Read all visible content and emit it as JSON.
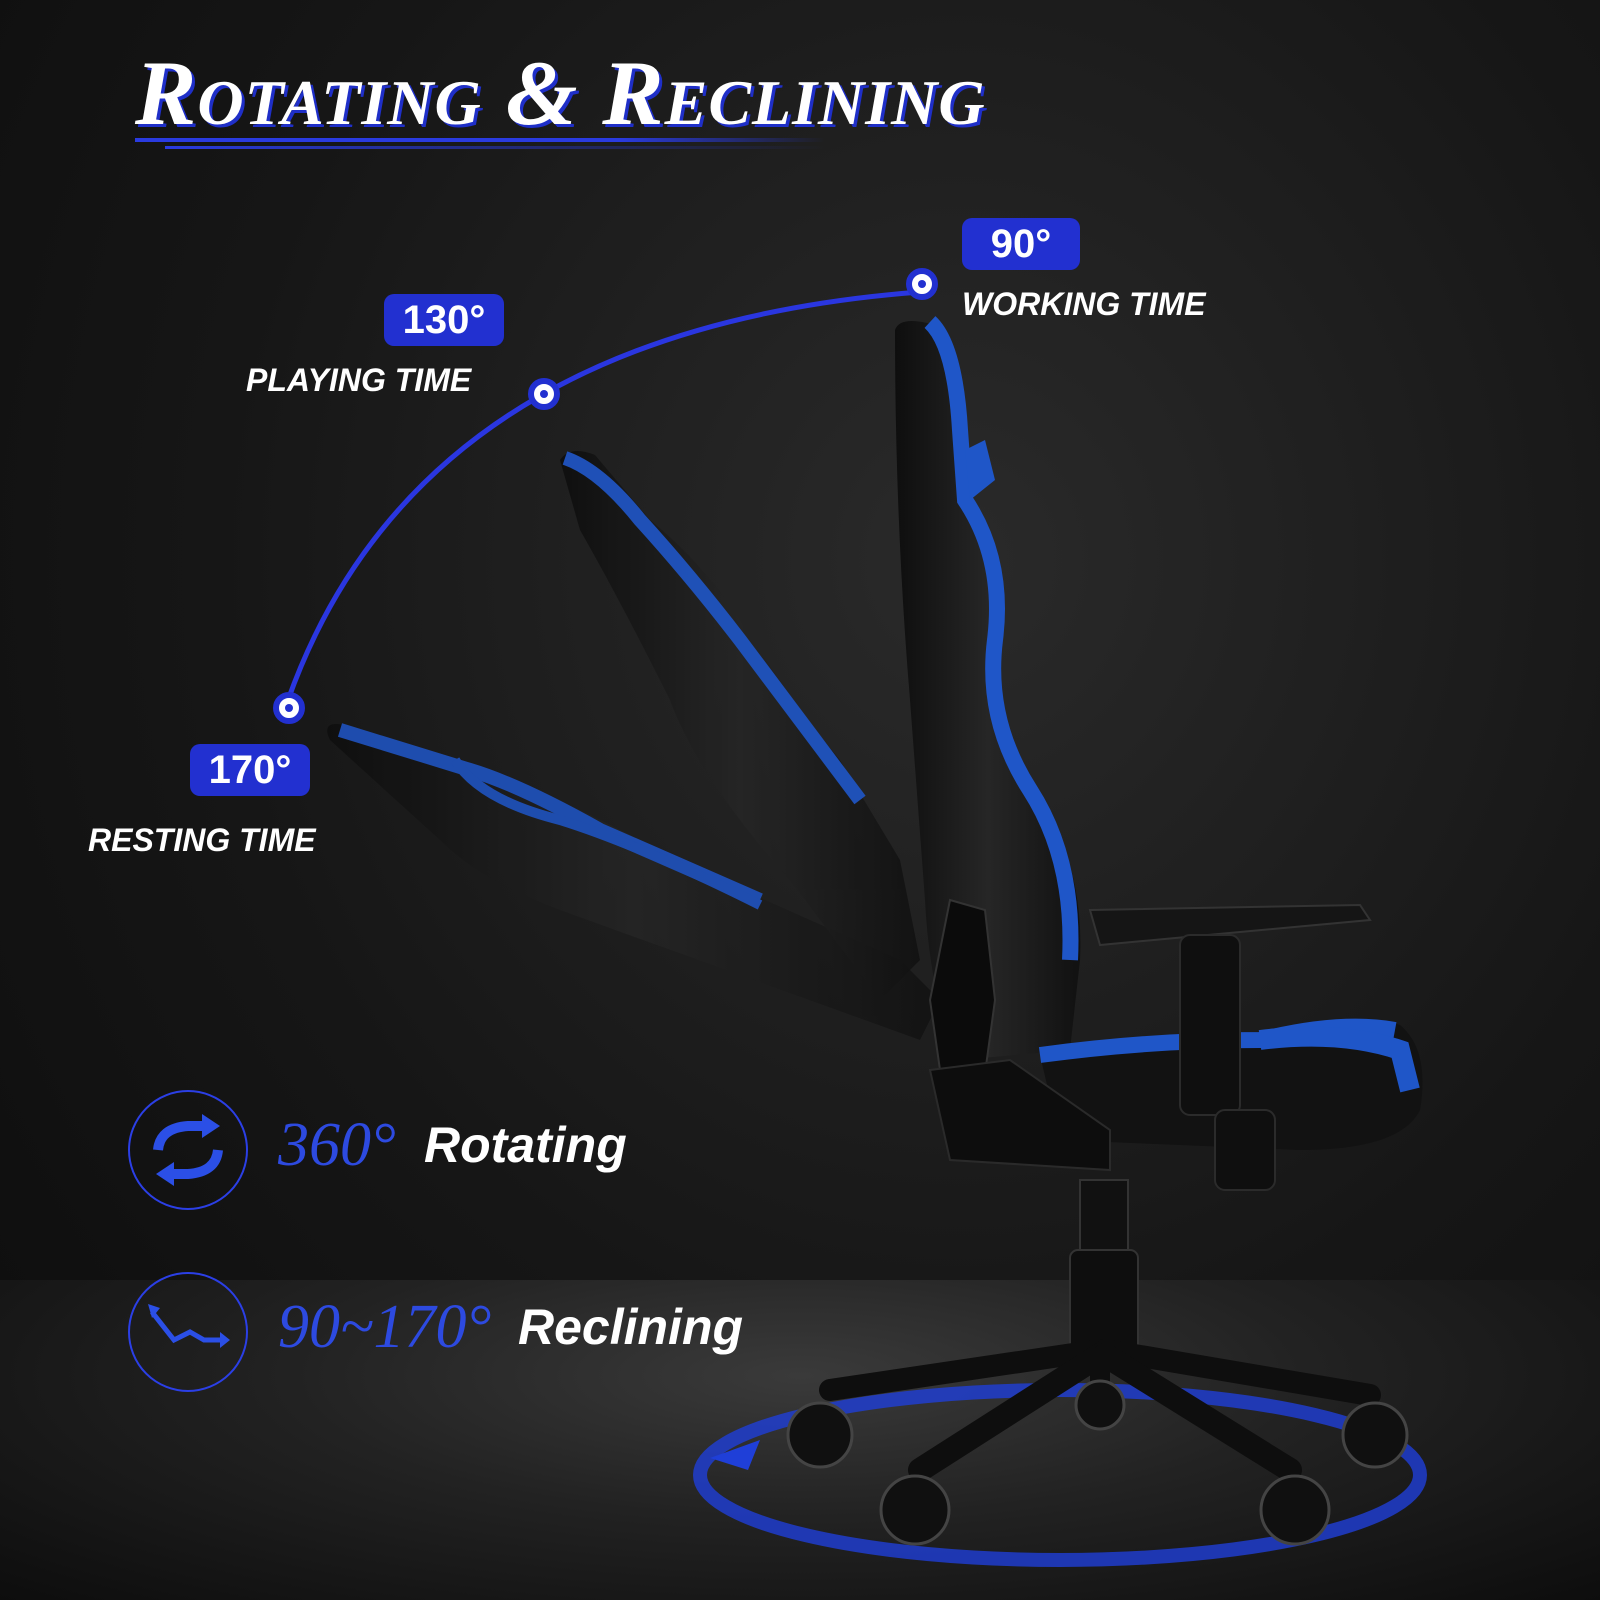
{
  "title": "Rotating & Reclining",
  "positions": [
    {
      "angle": "90°",
      "label": "WORKING TIME"
    },
    {
      "angle": "130°",
      "label": "PLAYING TIME"
    },
    {
      "angle": "170°",
      "label": "RESTING TIME"
    }
  ],
  "features": [
    {
      "value": "360°",
      "label": "Rotating",
      "icon": "rotate-arrows-icon"
    },
    {
      "value": "90~170°",
      "label": "Reclining",
      "icon": "recline-arrow-icon"
    }
  ],
  "colors": {
    "accent": "#2230d0",
    "chair_blue": "#1f56c8",
    "background": "#161616"
  }
}
